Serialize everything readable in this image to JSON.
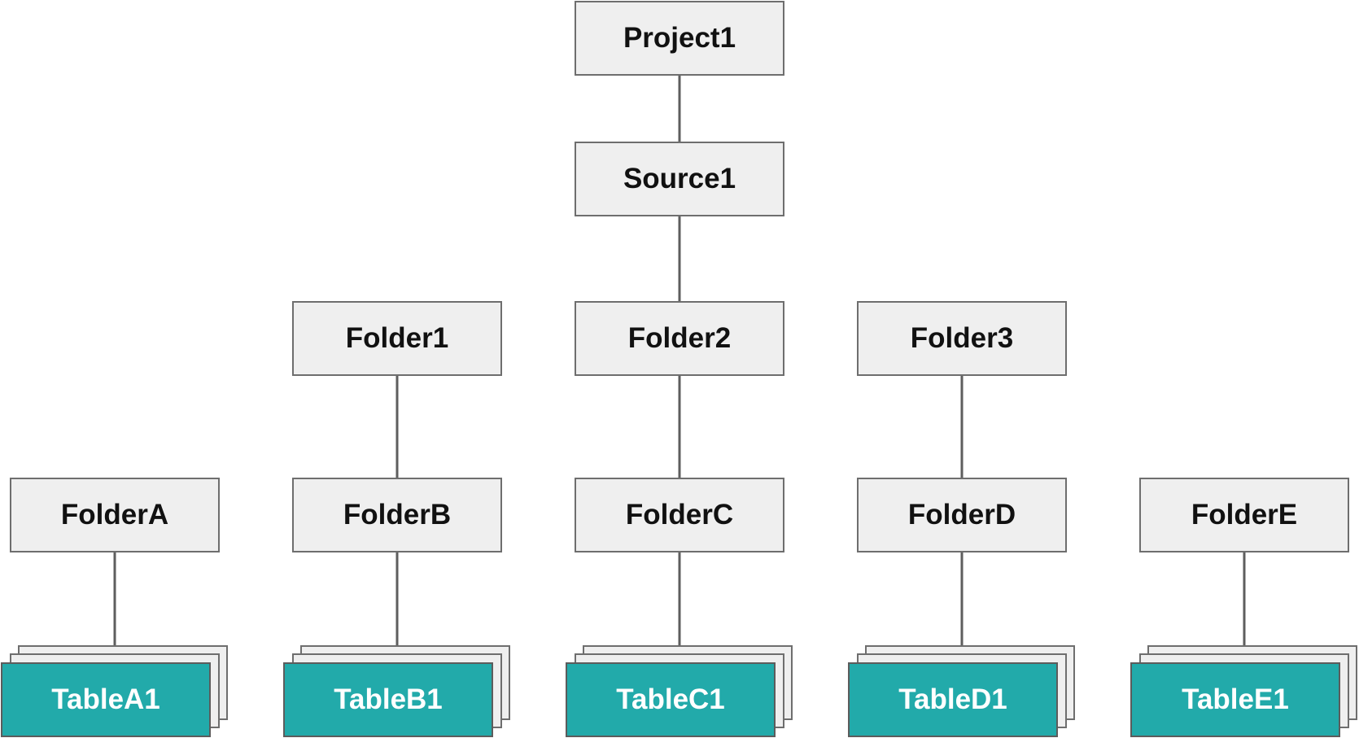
{
  "diagram": {
    "title": "",
    "colors": {
      "node_fill": "#efefef",
      "node_border": "#6e6e6e",
      "edge": "#5e5e5e",
      "table_fill": "#22aaaa",
      "table_text": "#ffffff",
      "node_text": "#111111"
    },
    "nodes": {
      "project1": {
        "label": "Project1",
        "type": "project"
      },
      "source1": {
        "label": "Source1",
        "type": "source"
      },
      "folder1": {
        "label": "Folder1",
        "type": "folder"
      },
      "folder2": {
        "label": "Folder2",
        "type": "folder"
      },
      "folder3": {
        "label": "Folder3",
        "type": "folder"
      },
      "foldera": {
        "label": "FolderA",
        "type": "folder"
      },
      "folderb": {
        "label": "FolderB",
        "type": "folder"
      },
      "folderc": {
        "label": "FolderC",
        "type": "folder"
      },
      "folderd": {
        "label": "FolderD",
        "type": "folder"
      },
      "foldere": {
        "label": "FolderE",
        "type": "folder"
      },
      "tablea1": {
        "label": "TableA1",
        "type": "table-stack"
      },
      "tableb1": {
        "label": "TableB1",
        "type": "table-stack"
      },
      "tablec1": {
        "label": "TableC1",
        "type": "table-stack"
      },
      "tabled1": {
        "label": "TableD1",
        "type": "table-stack"
      },
      "tablee1": {
        "label": "TableE1",
        "type": "table-stack"
      }
    },
    "edges": [
      [
        "project1",
        "source1"
      ],
      [
        "source1",
        "folder1"
      ],
      [
        "source1",
        "folder2"
      ],
      [
        "source1",
        "folder3"
      ],
      [
        "folder1",
        "foldera"
      ],
      [
        "folder1",
        "folderb"
      ],
      [
        "folder2",
        "folderc"
      ],
      [
        "folder3",
        "folderd"
      ],
      [
        "folder3",
        "foldere"
      ],
      [
        "foldera",
        "tablea1"
      ],
      [
        "folderb",
        "tableb1"
      ],
      [
        "folderc",
        "tablec1"
      ],
      [
        "folderd",
        "tabled1"
      ],
      [
        "foldere",
        "tablee1"
      ]
    ]
  }
}
